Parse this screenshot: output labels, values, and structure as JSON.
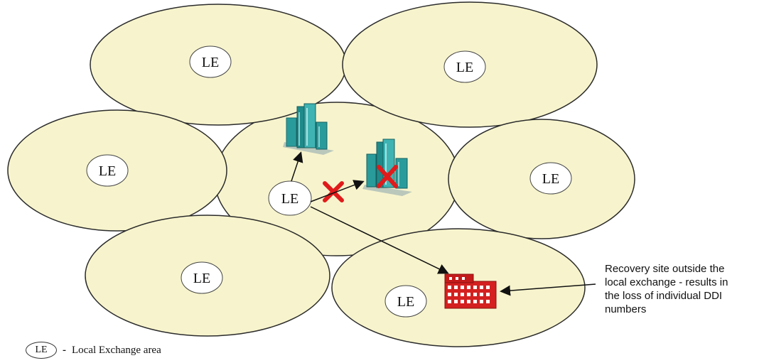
{
  "diagram": {
    "area_label": "LE",
    "legend": {
      "symbol": "LE",
      "separator": "-",
      "text": "Local Exchange area"
    },
    "annotation": [
      "Recovery site outside the",
      "local exchange - results in",
      "the loss of individual DDI",
      "numbers"
    ],
    "colors": {
      "area_fill": "#f7f4cd",
      "area_stroke": "#2b2b2b",
      "building_teal": "#2a9b9b",
      "recovery_site_red": "#d42020",
      "failure_x": "#e01b1b"
    },
    "icons": [
      "office-building-icon",
      "failed-office-building-icon",
      "recovery-site-building-icon",
      "failure-cross-icon"
    ]
  }
}
